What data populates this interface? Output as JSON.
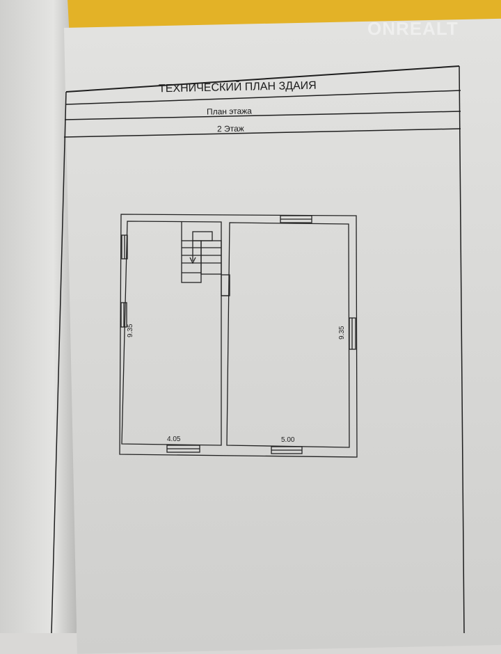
{
  "watermark": "ONREALT",
  "document": {
    "title": "ТЕХНИЧЕСКИЙ ПЛАН ЗДАИЯ",
    "subtitle": "План этажа",
    "floor": "2 Этаж"
  },
  "plan": {
    "left_room": {
      "height_label": "9.35",
      "width_label": "4.05"
    },
    "right_room": {
      "height_label": "9.35",
      "width_label": "5.00"
    }
  }
}
